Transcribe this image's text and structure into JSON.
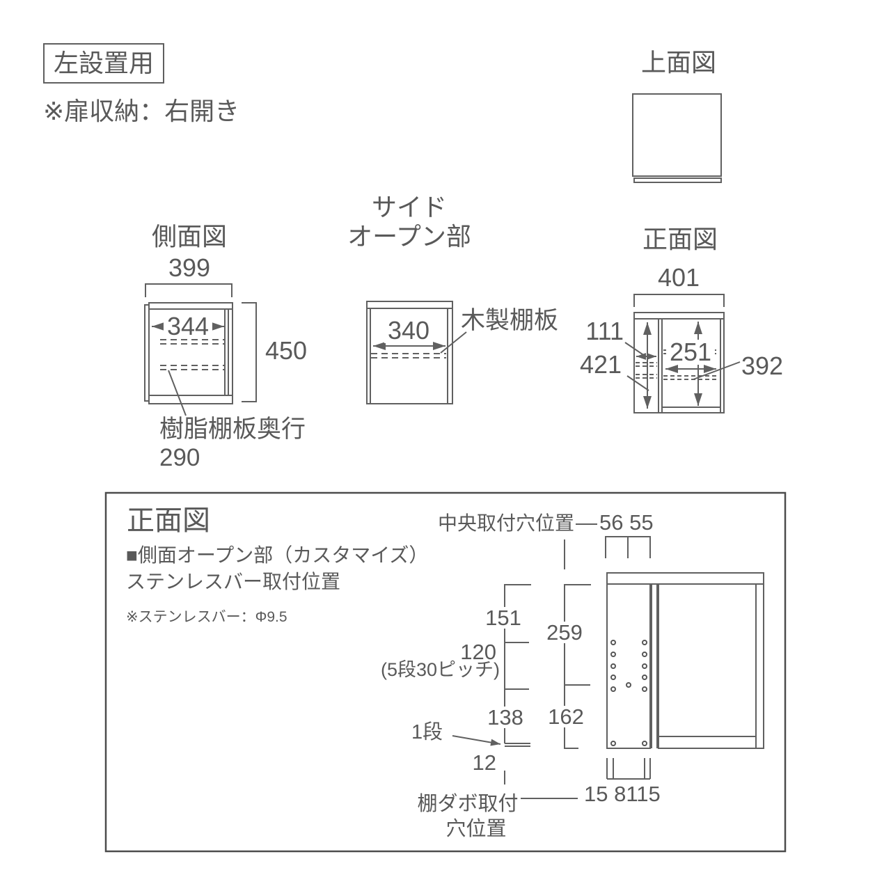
{
  "page": {
    "badge": "左設置用",
    "door_note": "※扉収納：右開き"
  },
  "colors": {
    "line": "#606060",
    "text": "#595959",
    "panel_border": "#4c4c4c",
    "background": "#ffffff"
  },
  "top_view": {
    "title": "上面図"
  },
  "side_view": {
    "title": "側面図",
    "overall_width": "399",
    "inner_width": "344",
    "height": "450",
    "resin_shelf_label": "樹脂棚板奥行",
    "resin_shelf_depth": "290"
  },
  "side_open": {
    "title_line1": "サイド",
    "title_line2": "オープン部",
    "inner_width": "340",
    "wood_shelf_label": "木製棚板"
  },
  "front_view": {
    "title": "正面図",
    "overall_width": "401",
    "side_width": "111",
    "side_height": "421",
    "inner_width": "251",
    "inner_height": "392"
  },
  "detail_panel": {
    "title": "正面図",
    "subtitle_line1": "■側面オープン部（カスタマイズ）",
    "subtitle_line2": "ステンレスバー取付位置",
    "bar_note": "※ステンレスバー：Φ9.5",
    "center_hole_label": "中央取付穴位置",
    "center_hole_dims": "56 55",
    "dim_top": "151",
    "dim_pitch": "120",
    "dim_pitch_note": "(5段30ピッチ)",
    "dim_lower": "138",
    "dim_right_upper": "259",
    "dim_right_lower": "162",
    "first_shelf_label": "1段",
    "dim_bottom_offset": "12",
    "dowel_label_line1": "棚ダボ取付",
    "dowel_label_line2": "穴位置",
    "dowel_dims": "15 8115"
  }
}
